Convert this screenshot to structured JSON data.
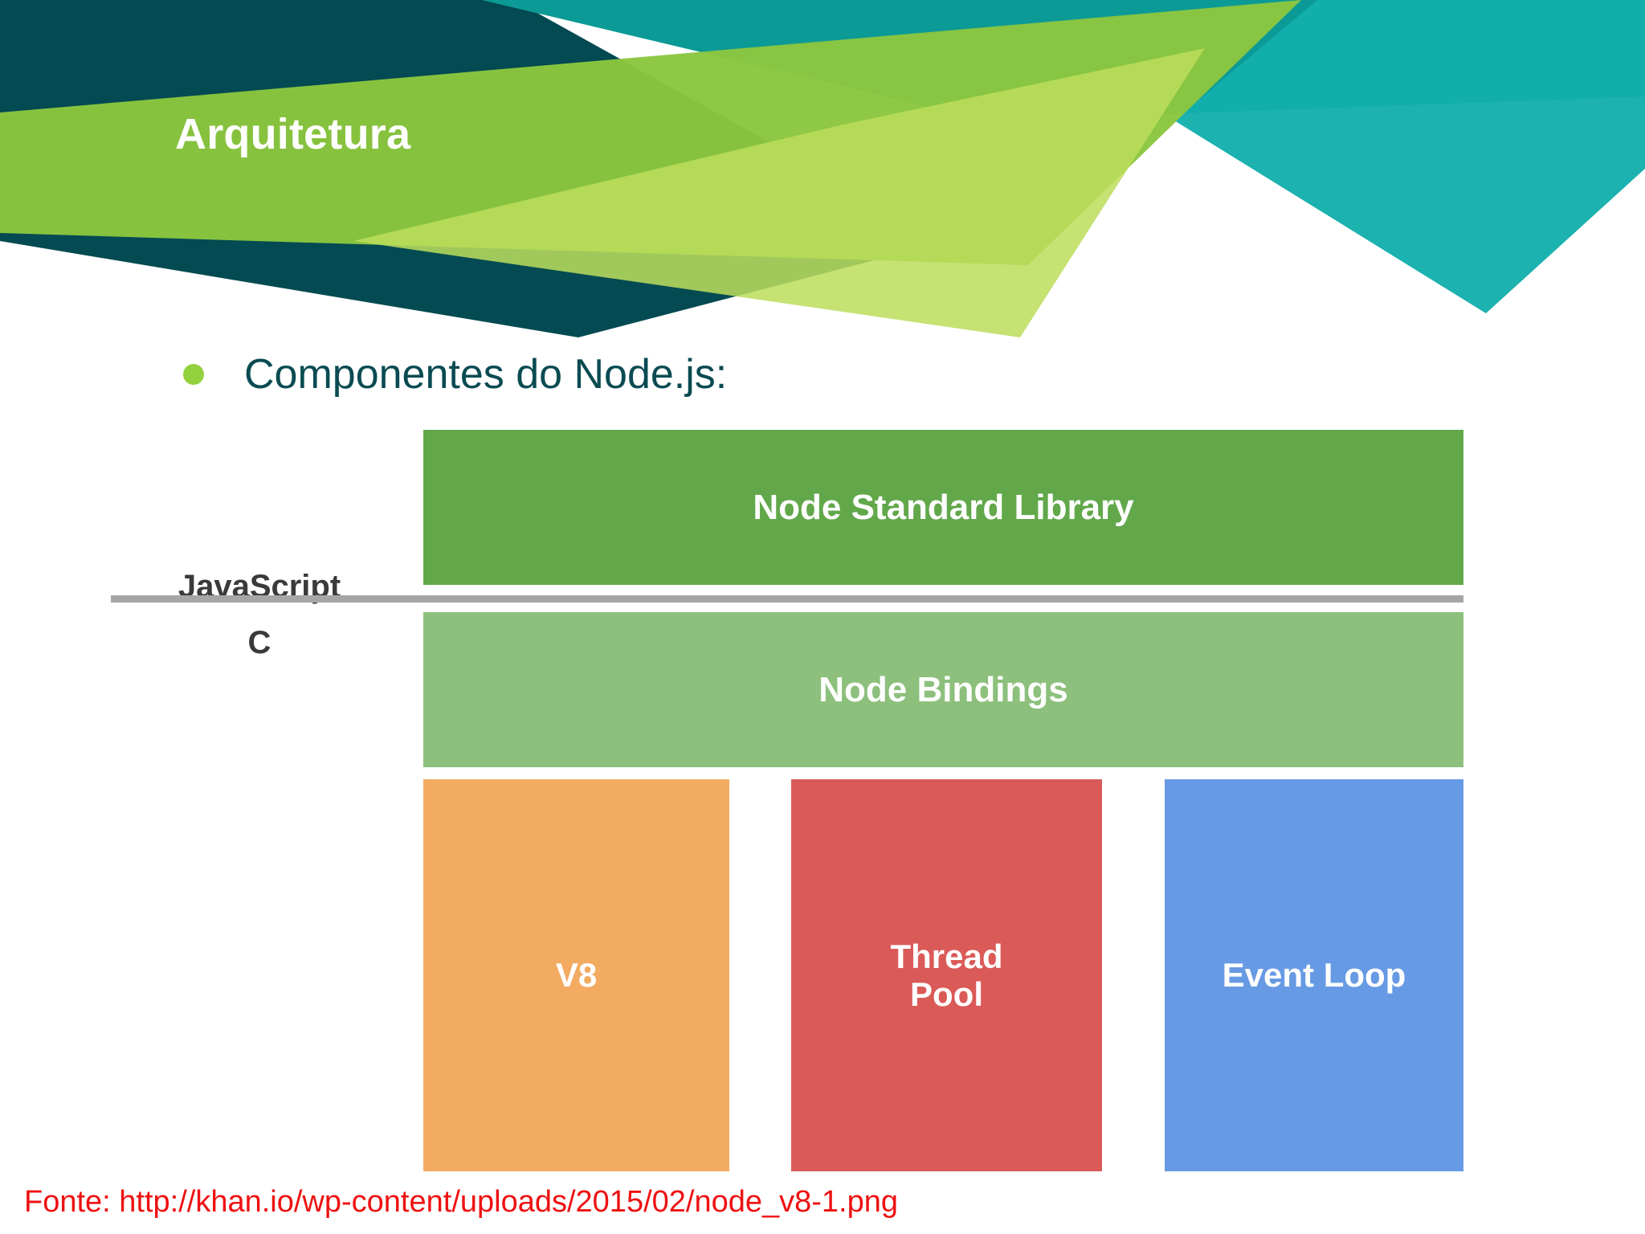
{
  "slide": {
    "title": "Arquitetura",
    "background_color": "#ffffff"
  },
  "header": {
    "shapes": [
      {
        "name": "dark-teal-left",
        "color": "#034A52"
      },
      {
        "name": "teal-top",
        "color": "#0C9A96"
      },
      {
        "name": "teal-right",
        "color": "#12AFAD"
      },
      {
        "name": "green-band",
        "color": "#8BC63F"
      },
      {
        "name": "light-green-wedge",
        "color": "#BCDD5C"
      }
    ]
  },
  "bullet": {
    "marker_color": "#93d13f",
    "text": "Componentes do Node.js:",
    "text_color": "#0a4b52"
  },
  "diagram": {
    "language_labels": {
      "upper": "JavaScript",
      "lower": "C"
    },
    "divider_color": "#a6a6a6",
    "boxes": [
      {
        "name": "node-standard-library",
        "label": "Node Standard Library",
        "color": "#62a84b"
      },
      {
        "name": "node-bindings",
        "label": "Node Bindings",
        "color": "#8cc07c"
      },
      {
        "name": "v8",
        "label": "V8",
        "color": "#f3ab62"
      },
      {
        "name": "thread-pool",
        "label": "Thread\nPool",
        "color": "#da5a58"
      },
      {
        "name": "event-loop",
        "label": "Event Loop",
        "color": "#679ae4"
      }
    ]
  },
  "footer": {
    "source": "Fonte: http://khan.io/wp-content/uploads/2015/02/node_v8-1.png",
    "source_color": "#ee1111"
  }
}
